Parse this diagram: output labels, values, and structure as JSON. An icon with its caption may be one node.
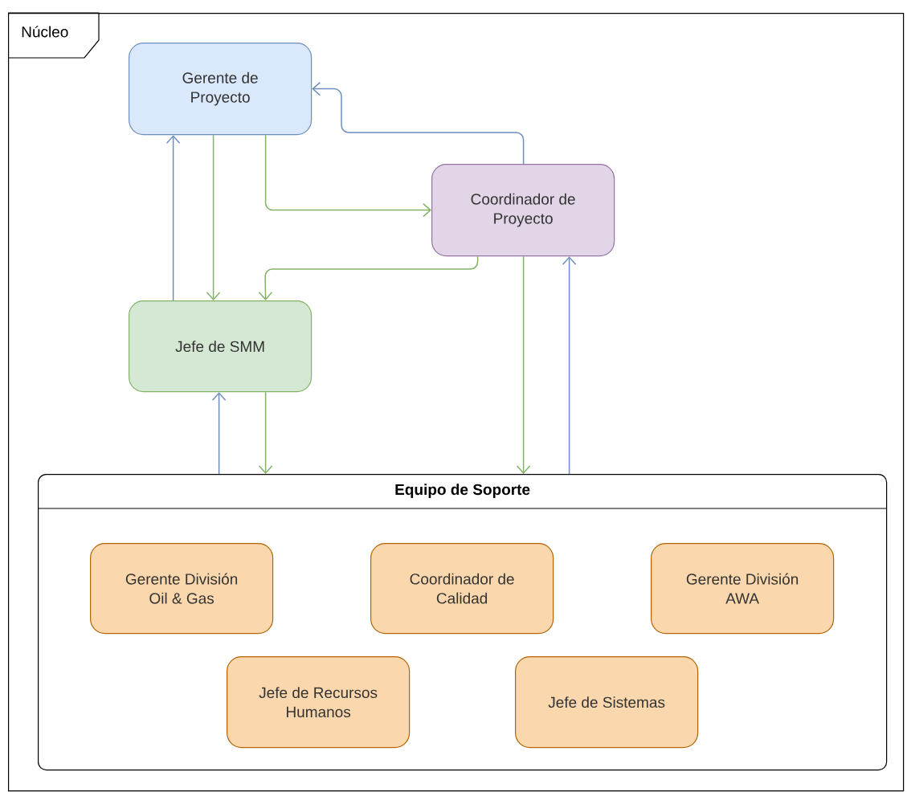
{
  "diagram": {
    "nodes": [
      {
        "text": [
          "Núcleo"
        ]
      },
      {
        "text": [
          "Gerente de Proyecto"
        ],
        "in": 0
      },
      {
        "text": [
          "Coordinador de Proyecto"
        ],
        "in": 0
      },
      {
        "text": [
          "Jefe de SMM"
        ],
        "in": 0
      },
      {
        "text": [
          "Equipo de Soporte"
        ],
        "in": 0
      },
      {
        "text": [
          "Gerente División Oil & Gas"
        ],
        "in": 4
      },
      {
        "text": [
          "Coordinador de Calidad"
        ],
        "in": 4
      },
      {
        "text": [
          "Gerente División AWA"
        ],
        "in": 4
      },
      {
        "text": [
          "Jefe de Recursos Humanos"
        ],
        "in": 4
      },
      {
        "text": [
          "Jefe de Sistemas"
        ],
        "in": 4
      }
    ],
    "edges": [
      {
        "from": 3,
        "to": 1,
        "arrow": "to",
        "color": "#6c8ebf"
      },
      {
        "from": 1,
        "to": 3,
        "arrow": "to"
      },
      {
        "from": 1,
        "to": 2,
        "arrow": "to"
      },
      {
        "from": 2,
        "to": 1,
        "arrow": "to",
        "color": "#6c8ebf"
      },
      {
        "from": 2,
        "to": 3,
        "arrow": "to"
      },
      {
        "from": 4,
        "to": 3,
        "arrow": "to",
        "color": "#6c8ebf"
      },
      {
        "from": 3,
        "to": 4,
        "arrow": "to"
      },
      {
        "from": 2,
        "to": 4,
        "arrow": "to"
      },
      {
        "from": 4,
        "to": 2,
        "arrow": "to",
        "color": "#6c8ebf"
      }
    ]
  }
}
